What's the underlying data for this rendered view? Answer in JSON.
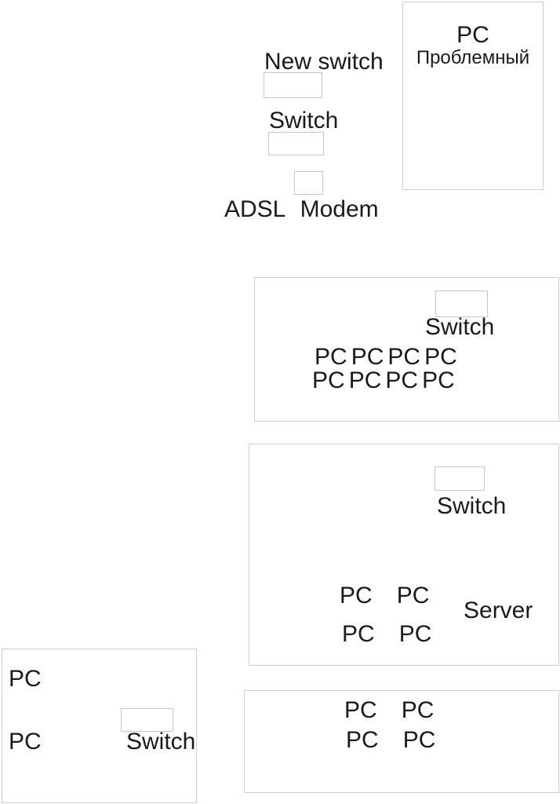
{
  "colors": {
    "background": "#ffffff",
    "zone_border": "#cfcfcf",
    "node_border": "#c7c7c7",
    "text": "#1a1a1a"
  },
  "uplink": {
    "new_switch_label": "New switch",
    "switch_label": "Switch",
    "modem_label": "ADSL Modem"
  },
  "problem_pc": {
    "title": "PC",
    "subtitle": "Проблемный"
  },
  "lan_top": {
    "switch_label": "Switch",
    "pc_rows": [
      [
        "PC",
        "PC",
        "PC",
        "PC"
      ],
      [
        "PC",
        "PC",
        "PC",
        "PC"
      ]
    ]
  },
  "lan_middle": {
    "switch_label": "Switch",
    "server_label": "Server",
    "pc_rows": [
      [
        "PC",
        "PC"
      ],
      [
        "PC",
        "PC"
      ]
    ]
  },
  "lan_left": {
    "pc_top_label": "PC",
    "pc_bottom_label": "PC",
    "switch_label": "Switch"
  },
  "lan_bottom": {
    "pc_rows": [
      [
        "PC",
        "PC"
      ],
      [
        "PC",
        "PC"
      ]
    ]
  }
}
